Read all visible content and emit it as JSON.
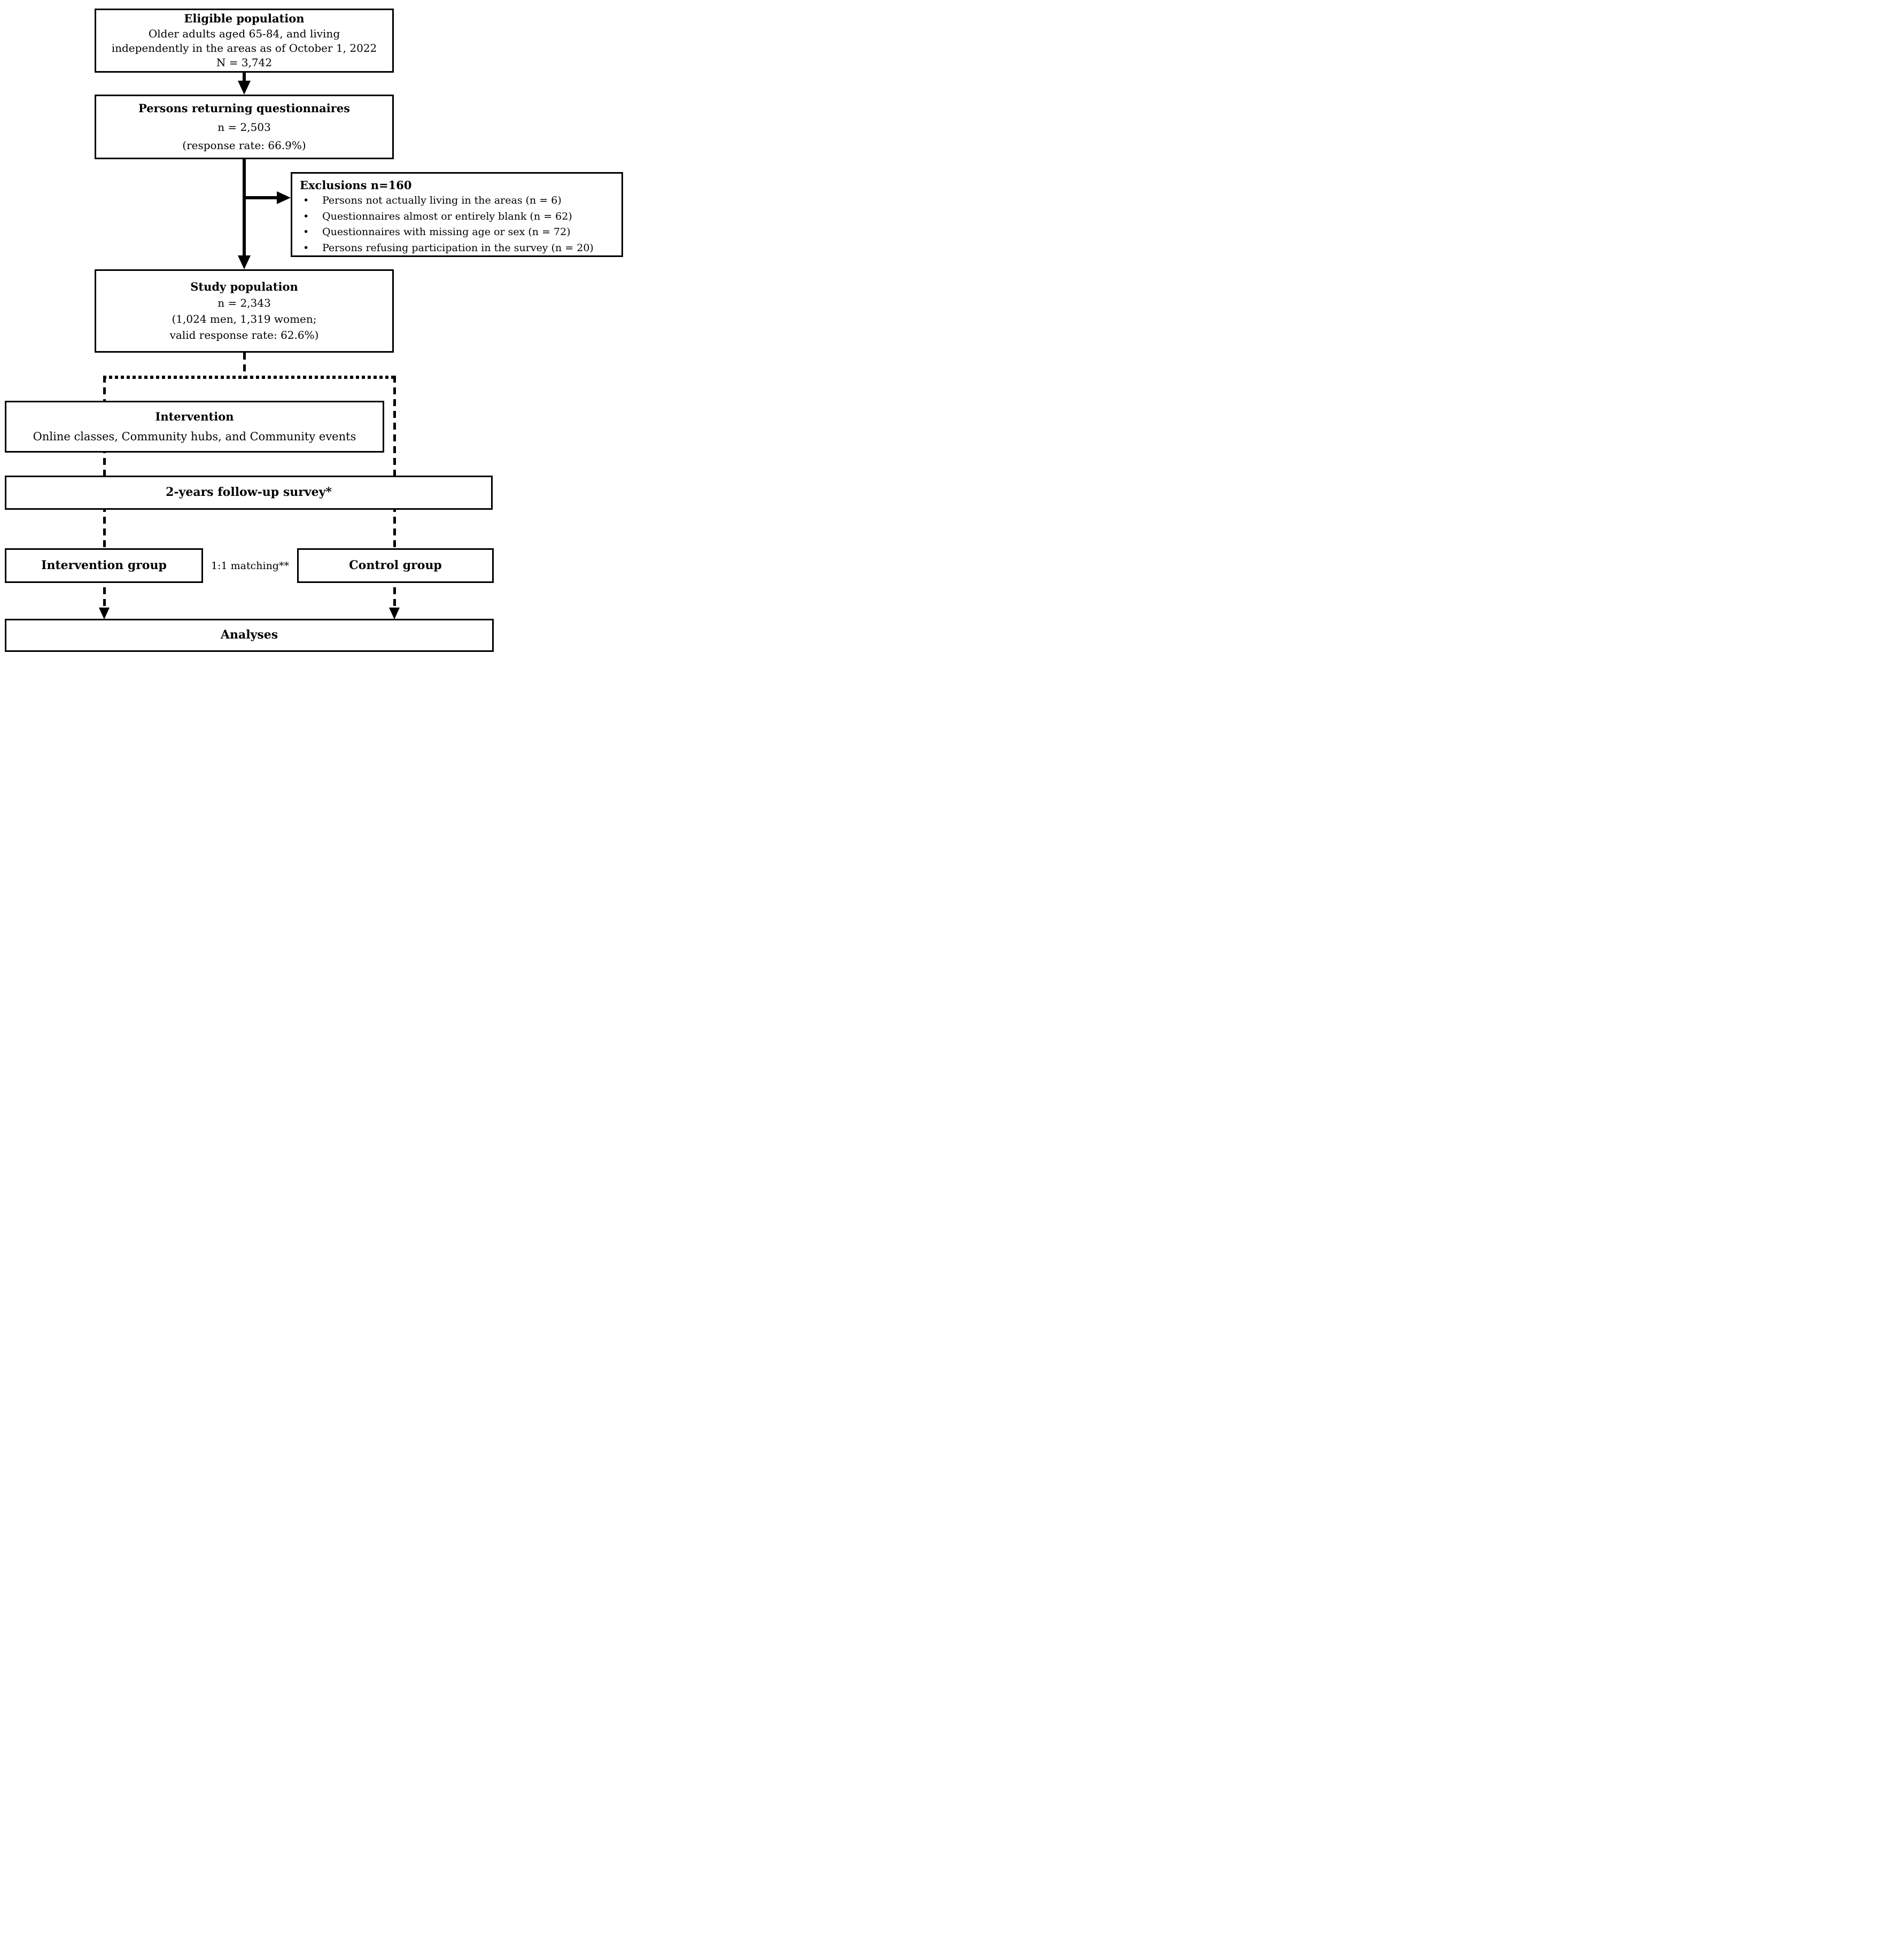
{
  "diagram": {
    "eligible": {
      "title": "Eligible population",
      "body1": "Older adults aged 65-84, and living",
      "body2": "independently in the areas as of October 1, 2022",
      "n": "N = 3,742"
    },
    "returning": {
      "title": "Persons returning questionnaires",
      "n": "n = 2,503",
      "note": "(response rate: 66.9%)"
    },
    "exclusions": {
      "title": "Exclusions n=160",
      "bullet": "•",
      "items": [
        "Persons not actually living in the areas (n = 6)",
        "Questionnaires almost or entirely blank (n = 62)",
        "Questionnaires with missing age or sex (n = 72)",
        "Persons refusing participation in the survey (n = 20)"
      ]
    },
    "study": {
      "title": "Study population",
      "n": "n = 2,343",
      "detail1": "(1,024 men, 1,319 women;",
      "detail2": "valid response rate: 62.6%)"
    },
    "intervention": {
      "title": "Intervention",
      "body": "Online classes, Community hubs, and Community events"
    },
    "followup": {
      "title": "2-years follow-up survey*"
    },
    "intervention_group": {
      "title": "Intervention group"
    },
    "matching_label": "1:1 matching**",
    "control_group": {
      "title": "Control group"
    },
    "analyses": {
      "title": "Analyses"
    }
  }
}
